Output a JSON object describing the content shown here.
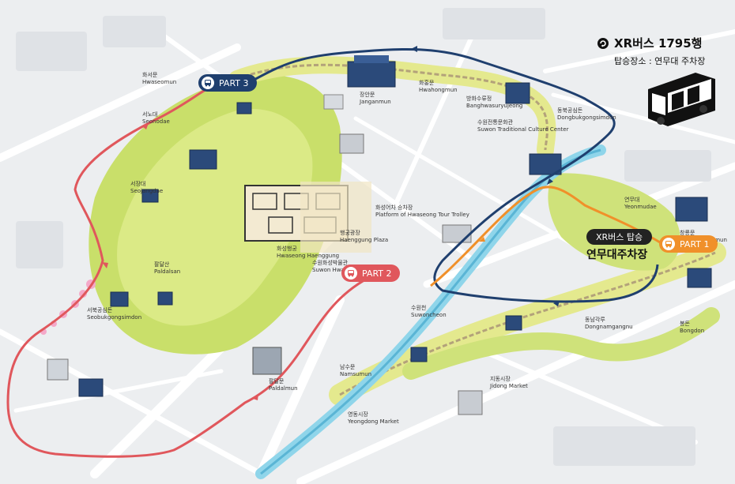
{
  "legend": {
    "bus_name": "XR버스 1795행",
    "boarding": "탑승장소 : 연무대 주차장"
  },
  "callout": {
    "board_label": "XR버스 탑승",
    "place": "연무대주차장"
  },
  "routes": [
    {
      "id": "part1",
      "label": "PART 1",
      "color": "#f0902a"
    },
    {
      "id": "part2",
      "label": "PART 2",
      "color": "#e0575c"
    },
    {
      "id": "part3",
      "label": "PART 3",
      "color": "#1f3f6e"
    }
  ],
  "colors": {
    "road": "#ffffff",
    "ground": "#eceef0",
    "park": "#d4e57a",
    "fortress_wall": "#e8ec8a",
    "stream": "#7fd0e6"
  },
  "places": [
    {
      "ko": "서장대",
      "en": "Seojangdae"
    },
    {
      "ko": "서노대",
      "en": "Seonodae"
    },
    {
      "ko": "화성행궁",
      "en": "Hwaseong Haenggung"
    },
    {
      "ko": "팔달문",
      "en": "Paldalmun"
    },
    {
      "ko": "화서문",
      "en": "Hwaseomun"
    },
    {
      "ko": "장안문",
      "en": "Janganmun"
    },
    {
      "ko": "화홍문",
      "en": "Hwahongmun"
    },
    {
      "ko": "방화수류정",
      "en": "Banghwasuryujeong"
    },
    {
      "ko": "연무대",
      "en": "Yeonmudae"
    },
    {
      "ko": "창룡문",
      "en": "Changnyongmun"
    },
    {
      "ko": "동북공심돈",
      "en": "Dongbukgongsimdon"
    },
    {
      "ko": "봉돈",
      "en": "Bongdon"
    },
    {
      "ko": "수원전통문화관",
      "en": "Suwon Traditional Culture Center"
    },
    {
      "ko": "행궁광장",
      "en": "Haenggung Plaza"
    },
    {
      "ko": "서북공심돈",
      "en": "Seobukgongsimdon"
    },
    {
      "ko": "팔달산",
      "en": "Paldalsan"
    },
    {
      "ko": "수원화성박물관",
      "en": "Suwon Hwaseong Museum"
    },
    {
      "ko": "남수문",
      "en": "Namsumun"
    },
    {
      "ko": "지동시장",
      "en": "Jidong Market"
    },
    {
      "ko": "영동시장",
      "en": "Yeongdong Market"
    },
    {
      "ko": "수원천",
      "en": "Suwoncheon"
    },
    {
      "ko": "동남각루",
      "en": "Dongnamgangnu"
    },
    {
      "ko": "화성어차 승차장",
      "en": "Platform of Hwaseong Tour Trolley"
    }
  ]
}
